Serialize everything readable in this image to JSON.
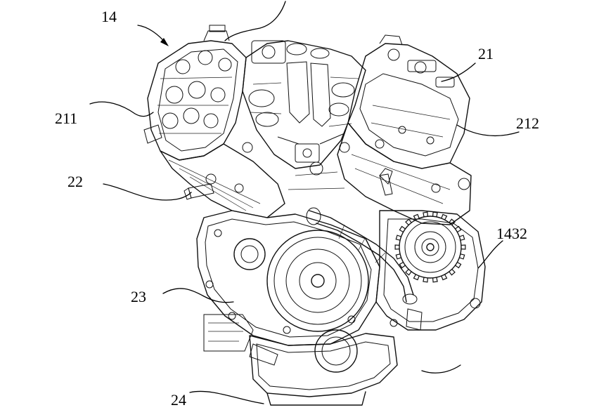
{
  "labels": {
    "l14": "14",
    "l21": "21",
    "l211": "211",
    "l212": "212",
    "l22": "22",
    "l23": "23",
    "l24": "24",
    "l1432": "1432"
  }
}
